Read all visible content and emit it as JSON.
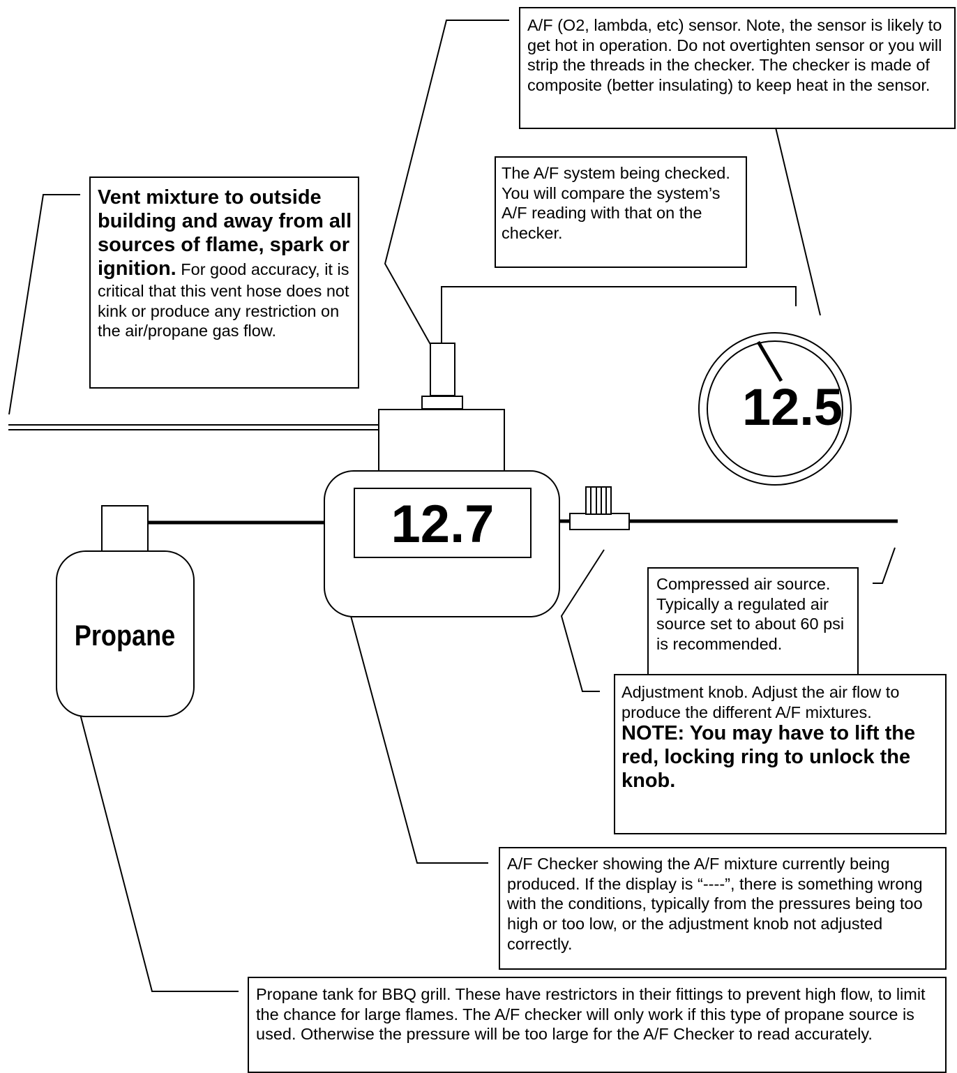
{
  "callouts": {
    "sensor": "A/F (O2, lambda, etc) sensor.  Note, the sensor is likely to get hot in operation.  Do not overtighten sensor or you will strip the threads in the checker.  The checker is made of composite (better insulating) to keep heat in the sensor.",
    "vent_bold": "Vent mixture to outside building and away from all sources of flame, spark or ignition.",
    "vent_normal": " For good accuracy, it is critical that this vent hose does not kink or produce any restriction on the air/propane gas flow.",
    "system": "The A/F system being checked.  You will compare the system’s A/F reading with that on the checker.",
    "air": "Compressed air source.  Typically a regulated air source set to about 60 psi is recommended.",
    "knob_normal": "Adjustment knob.  Adjust the air flow to produce the different A/F mixtures. ",
    "knob_bold": "NOTE:  You may have to lift the red, locking ring to unlock the knob.",
    "checker": "A/F Checker showing the A/F mixture currently being produced.  If the display is “----”, there is something wrong with the conditions, typically from the pressures being too high or too low, or the adjustment knob not adjusted correctly.",
    "propane": "Propane tank for BBQ grill.  These have restrictors in their fittings to prevent high flow, to limit the chance for large flames.  The A/F checker will only work if this type of propane source is used.  Otherwise the pressure will be too large for the A/F Checker to read accurately."
  },
  "readings": {
    "gauge": "12.5",
    "checker": "12.7"
  },
  "tank_label": "Propane"
}
